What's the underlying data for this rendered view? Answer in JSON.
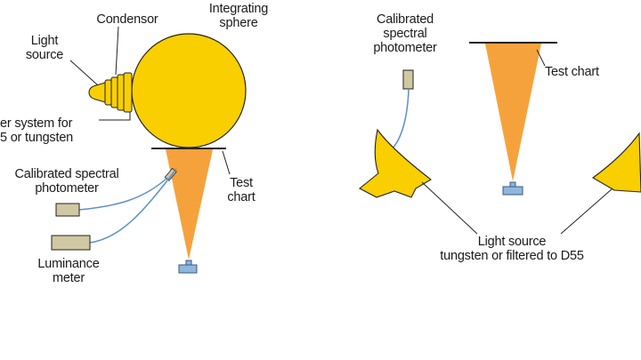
{
  "colors": {
    "sphere": "#f9cf00",
    "cone": "#f6a23c",
    "device_gray": "#cfc8a2",
    "detector_blue": "#8fb6dc",
    "cable_blue": "#5b8fd0",
    "line": "#222222"
  },
  "left_setup": {
    "integrating_sphere": "Integrating\nsphere",
    "condenser": "Condensor",
    "light_source": "Light\nsource",
    "filter_system": "er system for\n5 or tungsten",
    "spectral_photometer": "Calibrated spectral\nphotometer",
    "test_chart": "Test\nchart",
    "luminance_meter": "Luminance\nmeter"
  },
  "right_setup": {
    "spectral_photometer": "Calibrated\nspectral\nphotometer",
    "test_chart": "Test chart",
    "light_source": "Light source\ntungsten or filtered to D55"
  }
}
